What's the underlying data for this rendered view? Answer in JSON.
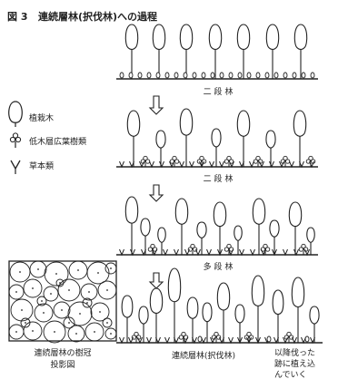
{
  "figure": {
    "number": "図 3",
    "title": "連続層林(択伐林)への過程"
  },
  "legend": {
    "items": [
      {
        "icon": "tree-icon",
        "label": "植栽木"
      },
      {
        "icon": "shrub-icon",
        "label": "低木層広葉樹類"
      },
      {
        "icon": "grass-icon",
        "label": "草本類"
      }
    ]
  },
  "stages": [
    {
      "label": "二 段 林"
    },
    {
      "label": "二 段 林"
    },
    {
      "label": "多 段 林"
    },
    {
      "label": "連続層林(択伐林)"
    }
  ],
  "inset": {
    "caption_line1": "連続層林の樹冠",
    "caption_line2": "投影図"
  },
  "note": {
    "line1": "以降伐った",
    "line2": "跡に植え込",
    "line3": "んでいく"
  },
  "colors": {
    "ink": "#222222",
    "paper": "#ffffff"
  }
}
